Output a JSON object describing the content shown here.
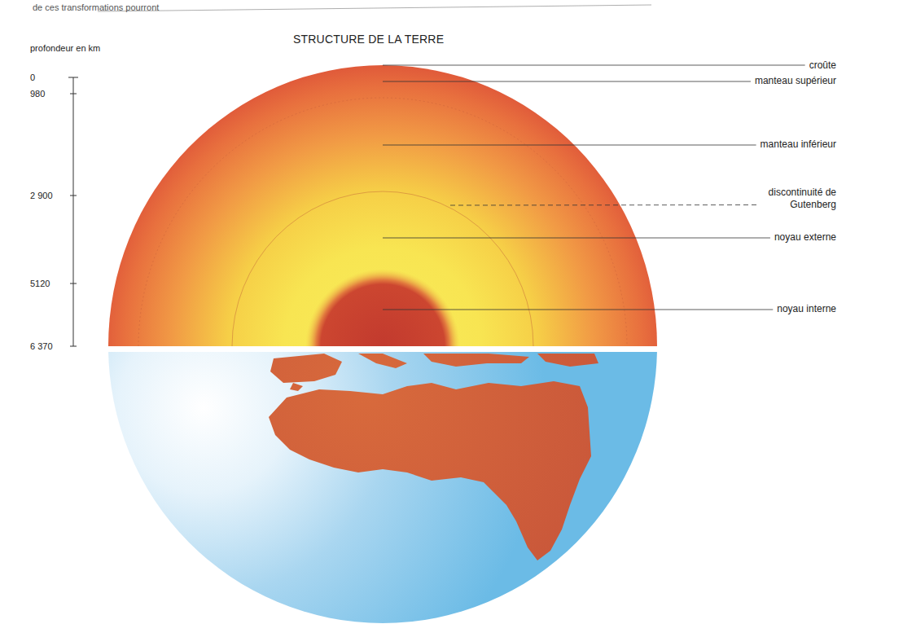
{
  "diagram": {
    "title": "STRUCTURE DE LA TERRE",
    "labels": [
      "de ces transformations pourront",
      "profondeur en km",
      "0",
      "980",
      "2 900",
      "5120",
      "6 370",
      "croûte",
      "manteau supérieur",
      "manteau inférieur",
      "discontinuité de Gutenberg",
      "noyau externe",
      "noyau interne"
    ]
  }
}
